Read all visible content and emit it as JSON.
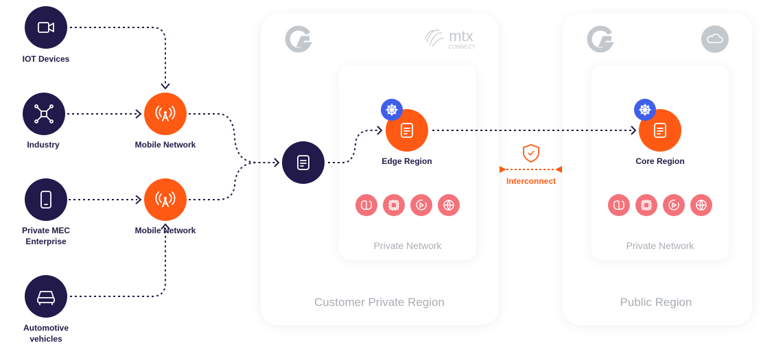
{
  "sources": [
    {
      "label": "IOT Devices",
      "icon": "video-camera-icon"
    },
    {
      "label": "Industry",
      "icon": "drone-icon"
    },
    {
      "label_line1": "Private MEC",
      "label_line2": "Enterprise",
      "icon": "smartphone-icon"
    },
    {
      "label_line1": "Automotive",
      "label_line2": "vehicles",
      "icon": "car-icon"
    }
  ],
  "mobile_networks": [
    {
      "label": "Mobile Network",
      "icon": "antenna-icon"
    },
    {
      "label": "Mobile Network",
      "icon": "antenna-icon"
    }
  ],
  "customer_region": {
    "label": "Customer Private Region",
    "logo_text": "mtx",
    "logo_sub": "CONNECT",
    "card": {
      "node_label": "Edge Region",
      "footer": "Private Network"
    }
  },
  "public_region": {
    "label": "Public Region",
    "card": {
      "node_label": "Core Region",
      "footer": "Private Network"
    }
  },
  "interconnect": {
    "label": "Interconnect",
    "icon": "shield-check-icon"
  },
  "services": [
    "brain-icon",
    "chip-icon",
    "play-icon",
    "globe-icon"
  ],
  "colors": {
    "dark_node": "#211a4a",
    "orange": "#ff5a14",
    "kubernetes_badge": "#3f5fe8",
    "service_pink": "#f4727a",
    "logo_gray": "#c3c8cd"
  }
}
